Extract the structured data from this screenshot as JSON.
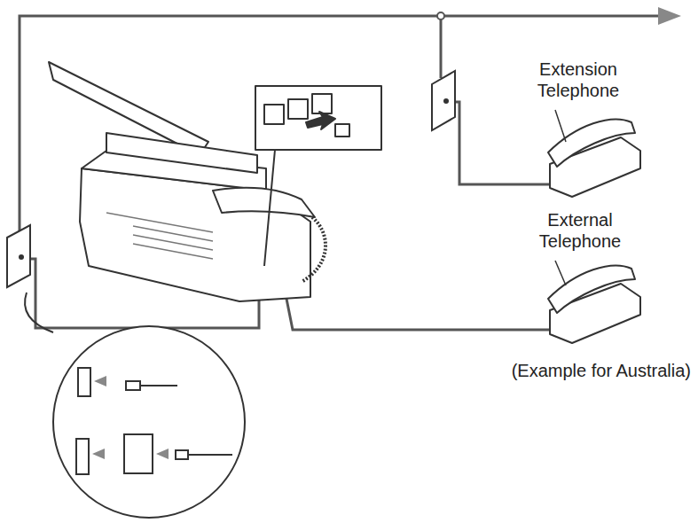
{
  "diagram": {
    "labels": [
      "Extension Telephone",
      "External Telephone",
      "(Example for Australia)"
    ]
  }
}
